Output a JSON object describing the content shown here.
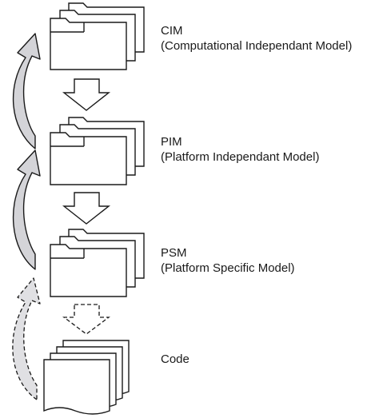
{
  "levels": [
    {
      "id": "cim",
      "title": "CIM",
      "subtitle": "(Computational Independant Model)"
    },
    {
      "id": "pim",
      "title": "PIM",
      "subtitle": "(Platform Independant Model)"
    },
    {
      "id": "psm",
      "title": "PSM",
      "subtitle": "(Platform Specific Model)"
    },
    {
      "id": "code",
      "title": "Code",
      "subtitle": ""
    }
  ],
  "colors": {
    "stroke": "#1a1a1a",
    "arrow_fill": "#d4d4d8",
    "arrow_fill_dashed": "#e0e0e3",
    "background": "#ffffff"
  }
}
